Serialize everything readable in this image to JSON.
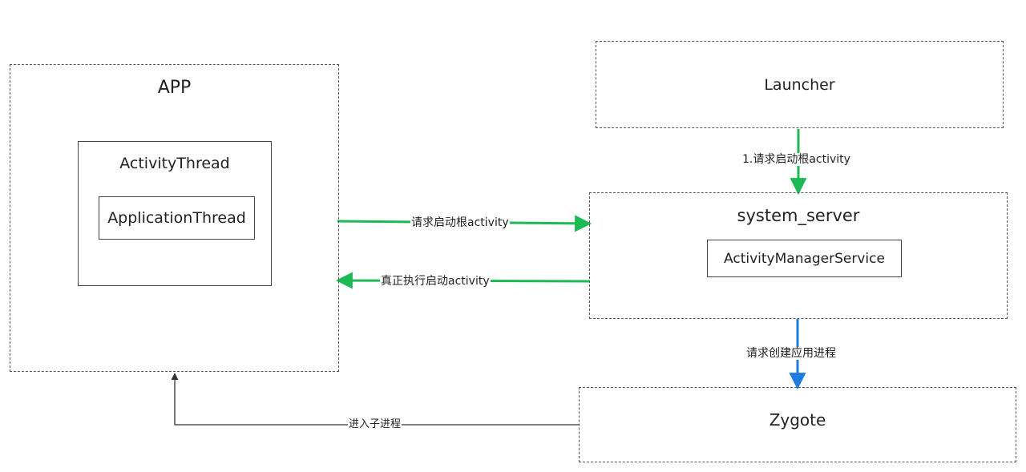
{
  "nodes": {
    "app": {
      "label": "APP"
    },
    "activity_thread": {
      "label": "ActivityThread"
    },
    "application_thread": {
      "label": "ApplicationThread"
    },
    "launcher": {
      "label": "Launcher"
    },
    "system_server": {
      "label": "system_server"
    },
    "ams": {
      "label": "ActivityManagerService"
    },
    "zygote": {
      "label": "Zygote"
    }
  },
  "edges": {
    "launcher_to_server": {
      "label": "1.请求启动根activity",
      "color": "#1db954"
    },
    "app_to_server": {
      "label": "请求启动根activity",
      "color": "#1db954"
    },
    "server_to_app": {
      "label": "真正执行启动activity",
      "color": "#1db954"
    },
    "server_to_zygote": {
      "label": "请求创建应用进程",
      "color": "#1e7be0"
    },
    "zygote_to_app": {
      "label": "进入子进程",
      "color": "#333333"
    }
  }
}
